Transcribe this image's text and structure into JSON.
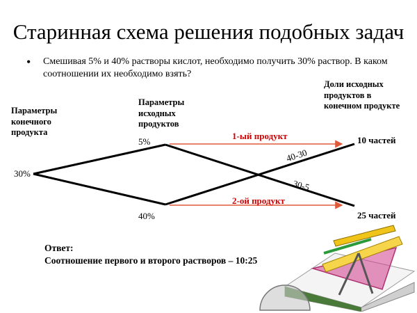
{
  "slide": {
    "title": "Старинная схема решения подобных задач",
    "task_text": "Смешивая 5% и 40% растворы кислот, необходимо получить 30% раствор. В каком соотношении их необходимо взять?"
  },
  "diagram": {
    "final_header": "Параметры конечного продукта",
    "initial_header": "Параметры исходных продуктов",
    "shares_header": "Доли исходных продуктов в конечном продукте",
    "final_value": "30%",
    "top_value": "5%",
    "bottom_value": "40%",
    "product1_label": "1-ый продукт",
    "product2_label": "2-ой продукт",
    "diff_top": "40-30",
    "diff_bottom": "30-5",
    "parts_top": "10 частей",
    "parts_bottom": "25 частей",
    "arrow_color": "#e05a3a"
  },
  "answer": {
    "heading": "Ответ:",
    "text": "Соотношение первого и второго растворов – 10:25"
  }
}
